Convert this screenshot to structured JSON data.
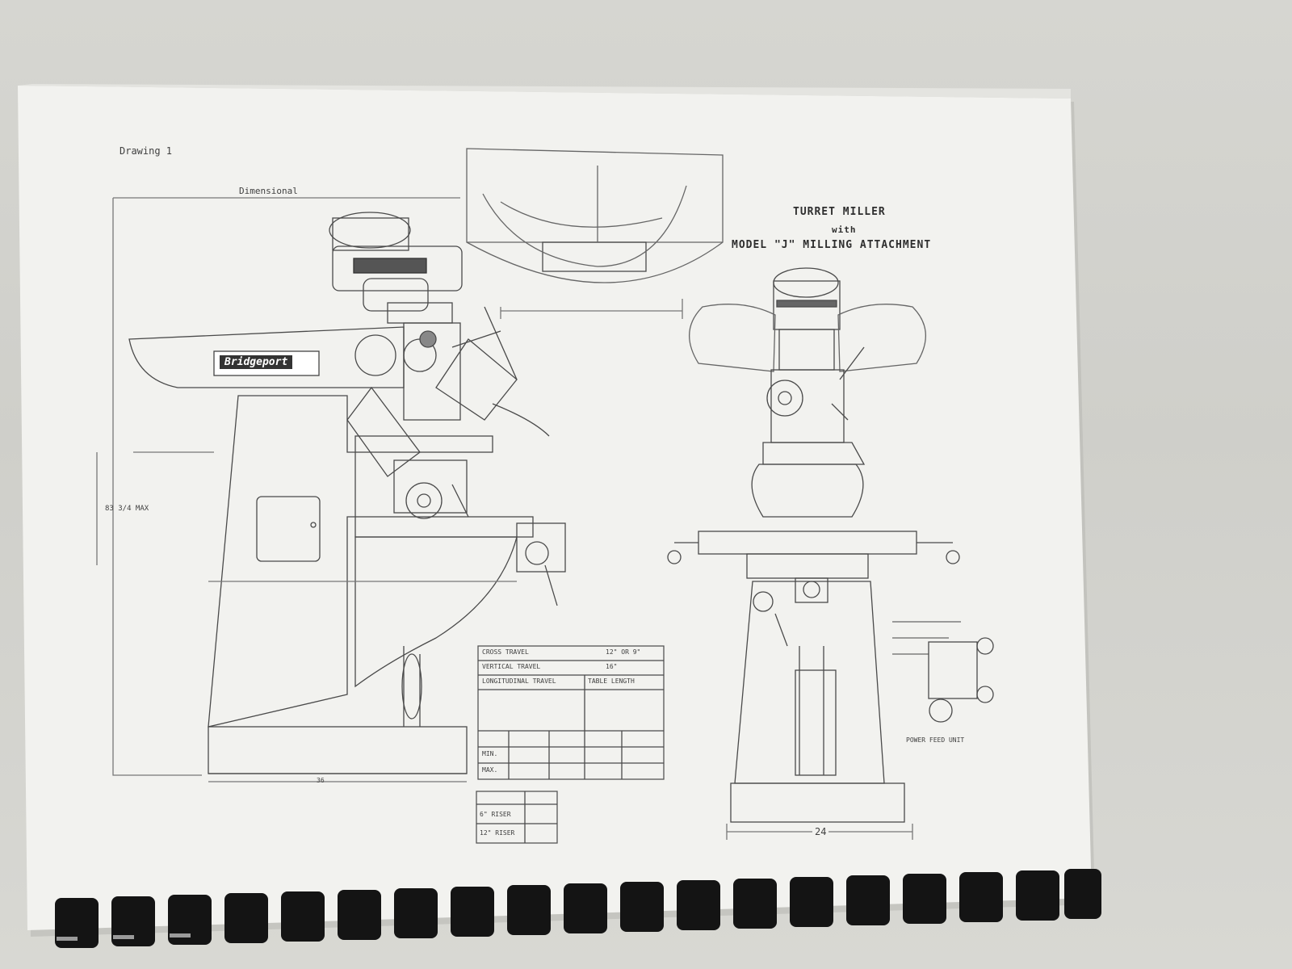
{
  "drawing_label": "Drawing 1",
  "dimensional_label": "Dimensional",
  "title": {
    "line1": "TURRET MILLER",
    "line2": "with",
    "line3": "MODEL \"J\" MILLING ATTACHMENT"
  },
  "brand_plate": "Bridgeport",
  "dimensions": {
    "max_height": "83 3/4 MAX",
    "width_front": "24",
    "base_length": "36"
  },
  "spec_table": {
    "rows": [
      {
        "label": "CROSS TRAVEL",
        "value": "12\" OR 9\""
      },
      {
        "label": "VERTICAL TRAVEL",
        "value": "16\""
      },
      {
        "label": "LONGITUDINAL TRAVEL",
        "value": "TABLE LENGTH"
      }
    ],
    "bottom_rows": [
      "MIN.",
      "MAX."
    ]
  },
  "small_table": {
    "rows": [
      "6\" RISER",
      "12\" RISER"
    ]
  },
  "power_feed_note": "POWER FEED UNIT",
  "colors": {
    "paper": "#f3f3f1",
    "ink": "#3a3a3a",
    "binding": "#151515"
  }
}
